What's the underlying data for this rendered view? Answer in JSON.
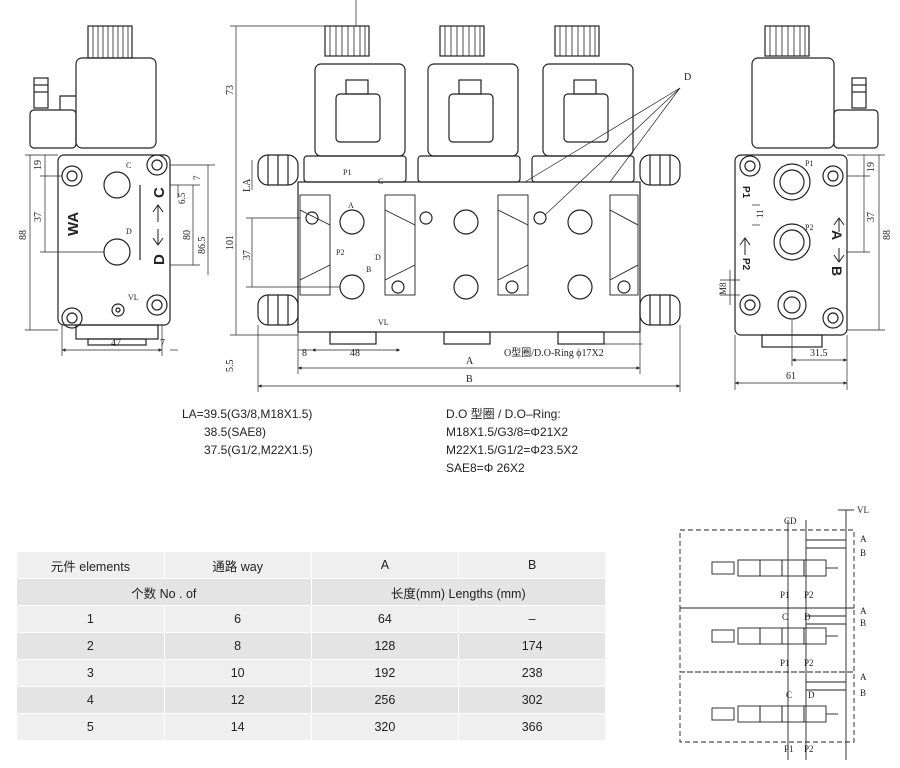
{
  "front_view": {
    "dims": {
      "h19": "19",
      "h37": "37",
      "h88": "88",
      "w47": "47",
      "w7": "7",
      "v6_5": "6.5",
      "v80": "80",
      "v86_5": "86.5",
      "v7": "7"
    },
    "labels": {
      "wa": "WA",
      "db": "D",
      "cb": "C",
      "c": "C",
      "d": "D",
      "vl": "VL"
    }
  },
  "main_view": {
    "dims": {
      "d73": "73",
      "la": "LA",
      "d101": "101",
      "d37": "37",
      "d8": "8",
      "d48": "48",
      "d5_5": "5.5",
      "a": "A",
      "b": "B",
      "d": "D"
    },
    "port_labels": {
      "p1": "P1",
      "p2": "P2",
      "a": "A",
      "b": "B",
      "c": "C",
      "d": "D",
      "vl": "VL"
    },
    "o_ring": "O型圈/D.O-Ring ϕ17X2"
  },
  "side_view": {
    "dims": {
      "d19": "19",
      "d37": "37",
      "d88": "88",
      "d11": "11",
      "d61": "61",
      "d31_5": "31.5",
      "m8": "M8"
    },
    "labels": {
      "p1": "P1",
      "p2": "P2",
      "a": "A",
      "b": "B"
    }
  },
  "notes_la": {
    "line1": "LA=39.5(G3/8,M18X1.5)",
    "line2": "38.5(SAE8)",
    "line3": "37.5(G1/2,M22X1.5)"
  },
  "notes_do": {
    "line1": "D.O 型圈 / D.O–Ring:",
    "line2": "M18X1.5/G3/8=Φ21X2",
    "line3": "M22X1.5/G1/2=Φ23.5X2",
    "line4": "SAE8=Φ 26X2"
  },
  "table": {
    "header1": [
      "元件 elements",
      "通路 way",
      "A",
      "B"
    ],
    "header2": [
      "个数 No . of",
      "长度(mm) Lengths (mm)"
    ],
    "rows": [
      [
        "1",
        "6",
        "64",
        "–"
      ],
      [
        "2",
        "8",
        "128",
        "174"
      ],
      [
        "3",
        "10",
        "192",
        "238"
      ],
      [
        "4",
        "12",
        "256",
        "302"
      ],
      [
        "5",
        "14",
        "320",
        "366"
      ]
    ]
  },
  "schematic": {
    "cd": "CD",
    "vl": "VL",
    "ports": [
      "A",
      "B",
      "P1",
      "P2",
      "C",
      "D"
    ]
  }
}
